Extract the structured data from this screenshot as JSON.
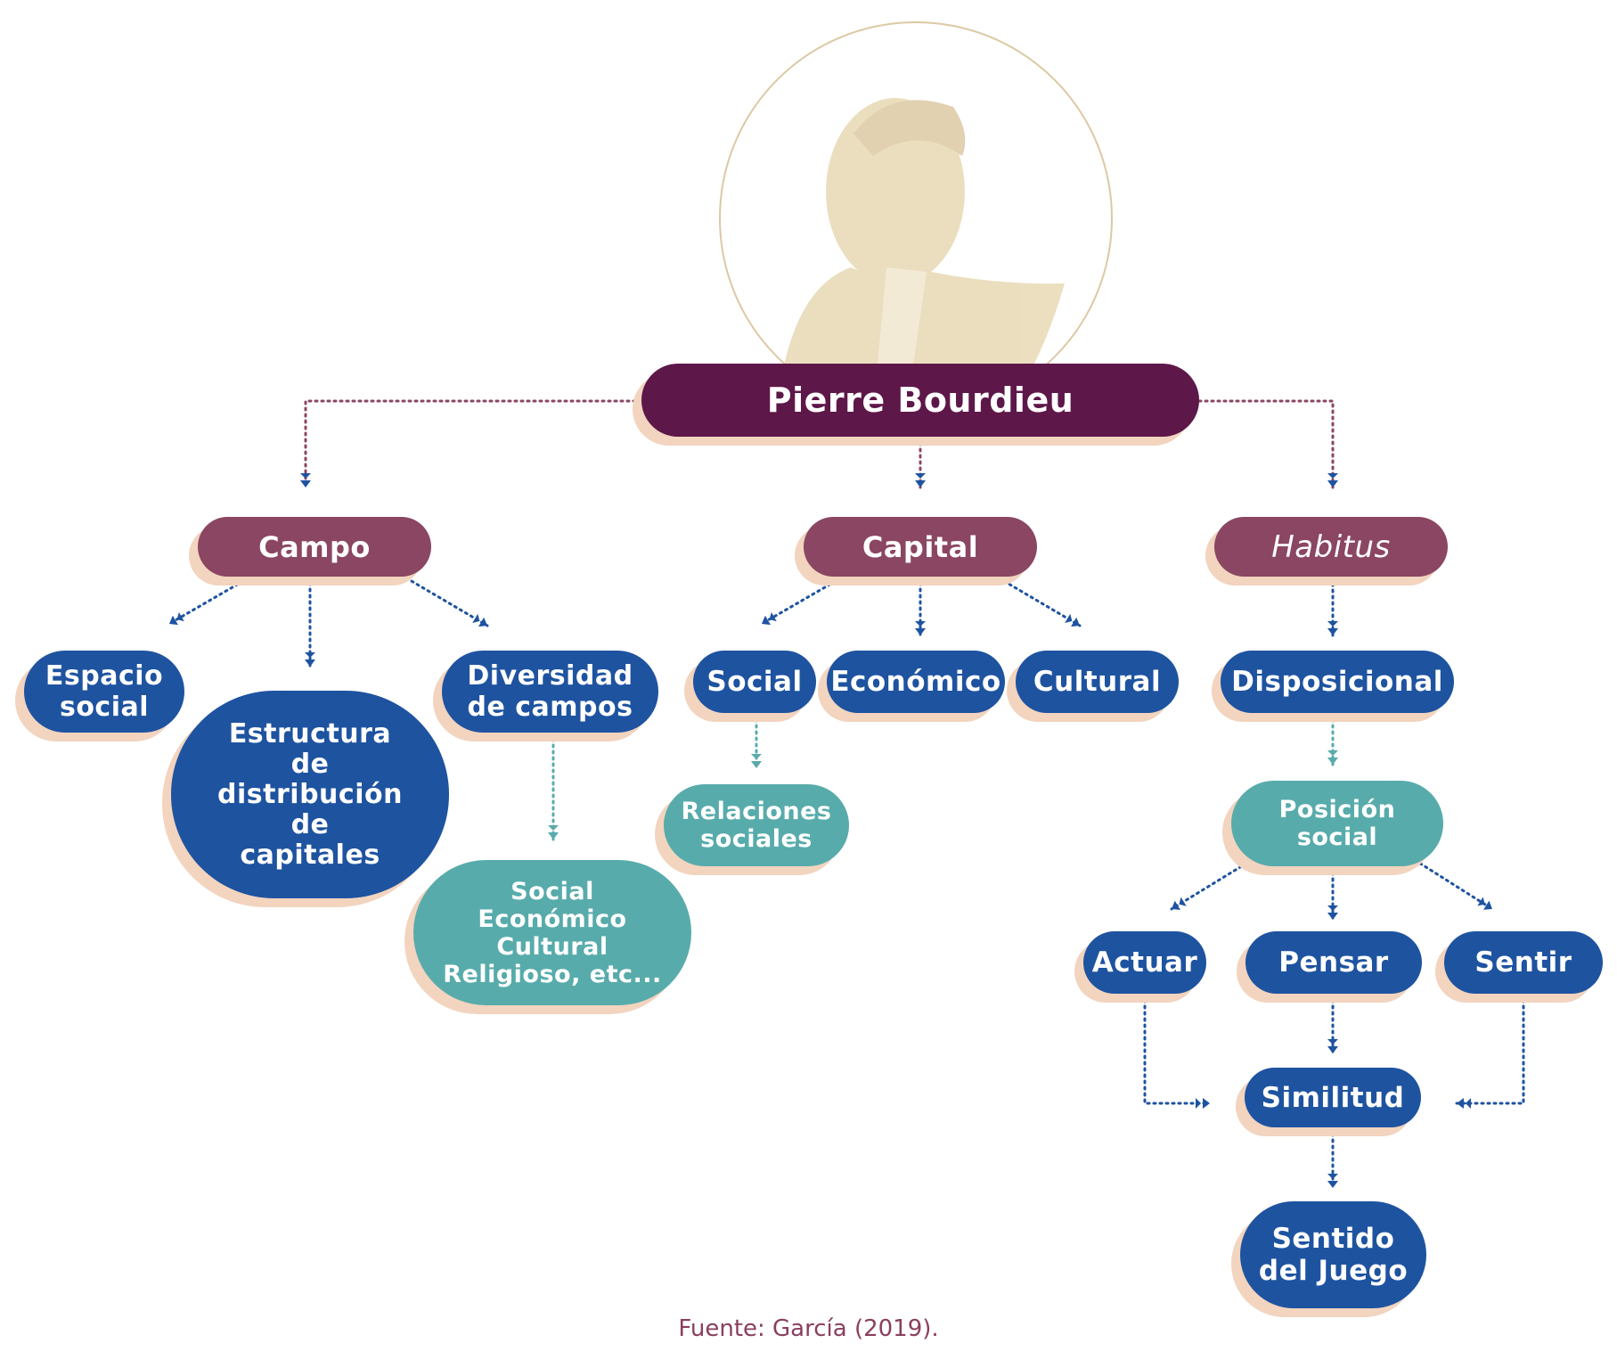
{
  "root": {
    "label": "Pierre Bourdieu"
  },
  "concepts": {
    "campo": "Campo",
    "capital": "Capital",
    "habitus": "Habitus"
  },
  "campo_children": {
    "espacio_social": "Espacio\nsocial",
    "estructura": "Estructura\nde\ndistribución\nde\ncapitales",
    "diversidad": "Diversidad\nde campos",
    "tipos_campos": "Social\nEconómico\nCultural\nReligioso, etc..."
  },
  "capital_children": {
    "social": "Social",
    "economico": "Económico",
    "cultural": "Cultural",
    "relaciones": "Relaciones\nsociales"
  },
  "habitus_children": {
    "disposicional": "Disposicional",
    "posicion": "Posición\nsocial",
    "actuar": "Actuar",
    "pensar": "Pensar",
    "sentir": "Sentir",
    "similitud": "Similitud",
    "sentido": "Sentido\ndel Juego"
  },
  "source": "Fuente: García (2019).",
  "colors": {
    "root": "#5e1749",
    "concept": "#8a4662",
    "blue_node": "#1e53a0",
    "teal_node": "#58abab",
    "shadow": "#f2d4bf",
    "portrait": "#e8d9b5"
  }
}
